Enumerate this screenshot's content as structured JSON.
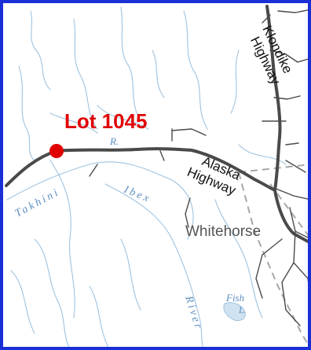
{
  "colors": {
    "frame": "#1a2fd6",
    "water": "#9fc3df",
    "water_label": "#5f8fc2",
    "road": "#4a4a4a",
    "boundary": "#a8a8a8",
    "marker": "#e10000",
    "city": "#555555"
  },
  "marker": {
    "label": "Lot 1045"
  },
  "roads": {
    "klondike": [
      "Klondike",
      "Highway"
    ],
    "alaska": [
      "Alaska",
      "Highway"
    ]
  },
  "places": {
    "city": "Whitehorse"
  },
  "water_labels": {
    "takhini": "Takhini",
    "ibex": "Ibex",
    "r": "R.",
    "river": "River",
    "fish": "Fish",
    "fish_l": "L."
  }
}
